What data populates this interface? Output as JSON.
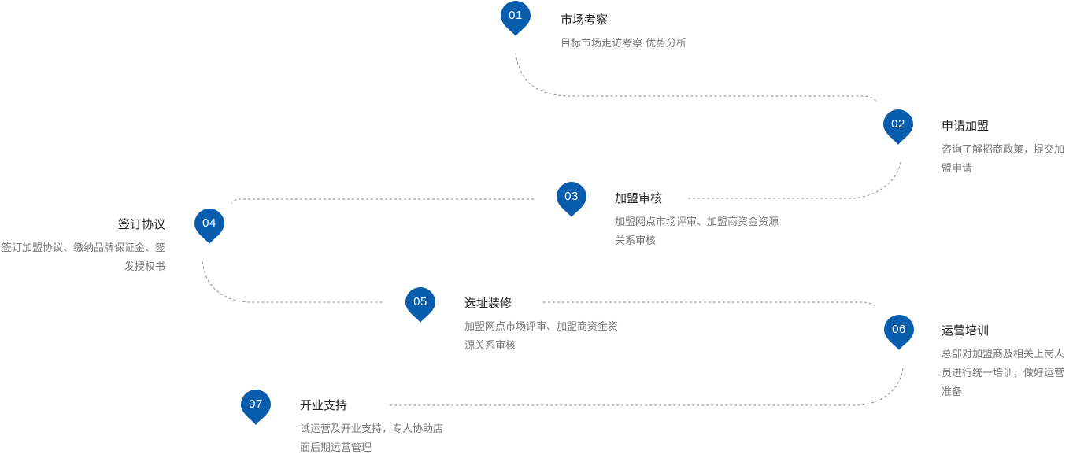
{
  "accent_color": "#0a5cad",
  "line_color": "#888888",
  "marker_icon": "map-pin-icon",
  "steps": [
    {
      "num": "01",
      "title": "市场考察",
      "desc": "目标市场走访考察 优势分析"
    },
    {
      "num": "02",
      "title": "申请加盟",
      "desc": "咨询了解招商政策，提交加盟申请"
    },
    {
      "num": "03",
      "title": "加盟审核",
      "desc": "加盟网点市场评审、加盟商资金资源关系审核"
    },
    {
      "num": "04",
      "title": "签订协议",
      "desc": "签订加盟协议、缴纳品牌保证金、签发授权书"
    },
    {
      "num": "05",
      "title": "选址装修",
      "desc": "加盟网点市场评审、加盟商资金资源关系审核"
    },
    {
      "num": "06",
      "title": "运营培训",
      "desc": "总部对加盟商及相关上岗人员进行统一培训，做好运营准备"
    },
    {
      "num": "07",
      "title": "开业支持",
      "desc": "试运营及开业支持，专人协助店面后期运营管理"
    }
  ]
}
